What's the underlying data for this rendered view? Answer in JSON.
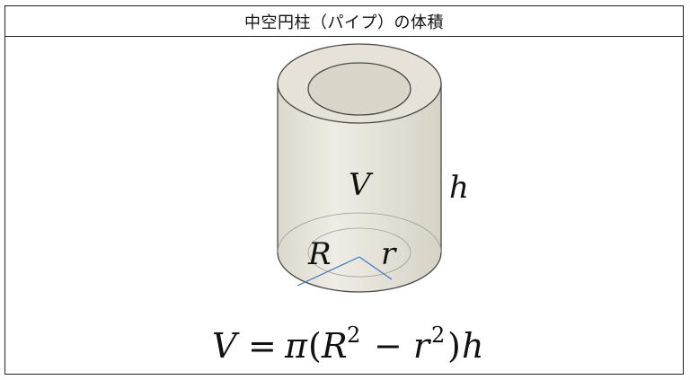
{
  "title": "中空円柱（パイプ）の体積",
  "labels": {
    "volume": "V",
    "height": "h",
    "outer_radius": "R",
    "inner_radius": "r"
  },
  "formula": {
    "lhs": "V",
    "equals": "=",
    "pi": "π",
    "open_paren": "(",
    "R": "R",
    "R_exp": "2",
    "minus": "−",
    "r": "r",
    "r_exp": "2",
    "close_paren": ")",
    "h": "h"
  },
  "colors": {
    "cylinder_fill": "#e9e6dc",
    "cylinder_top": "#dedad0",
    "cylinder_edge": "#4a4a4a",
    "radius_line": "#3f78c4",
    "border": "#222222"
  }
}
